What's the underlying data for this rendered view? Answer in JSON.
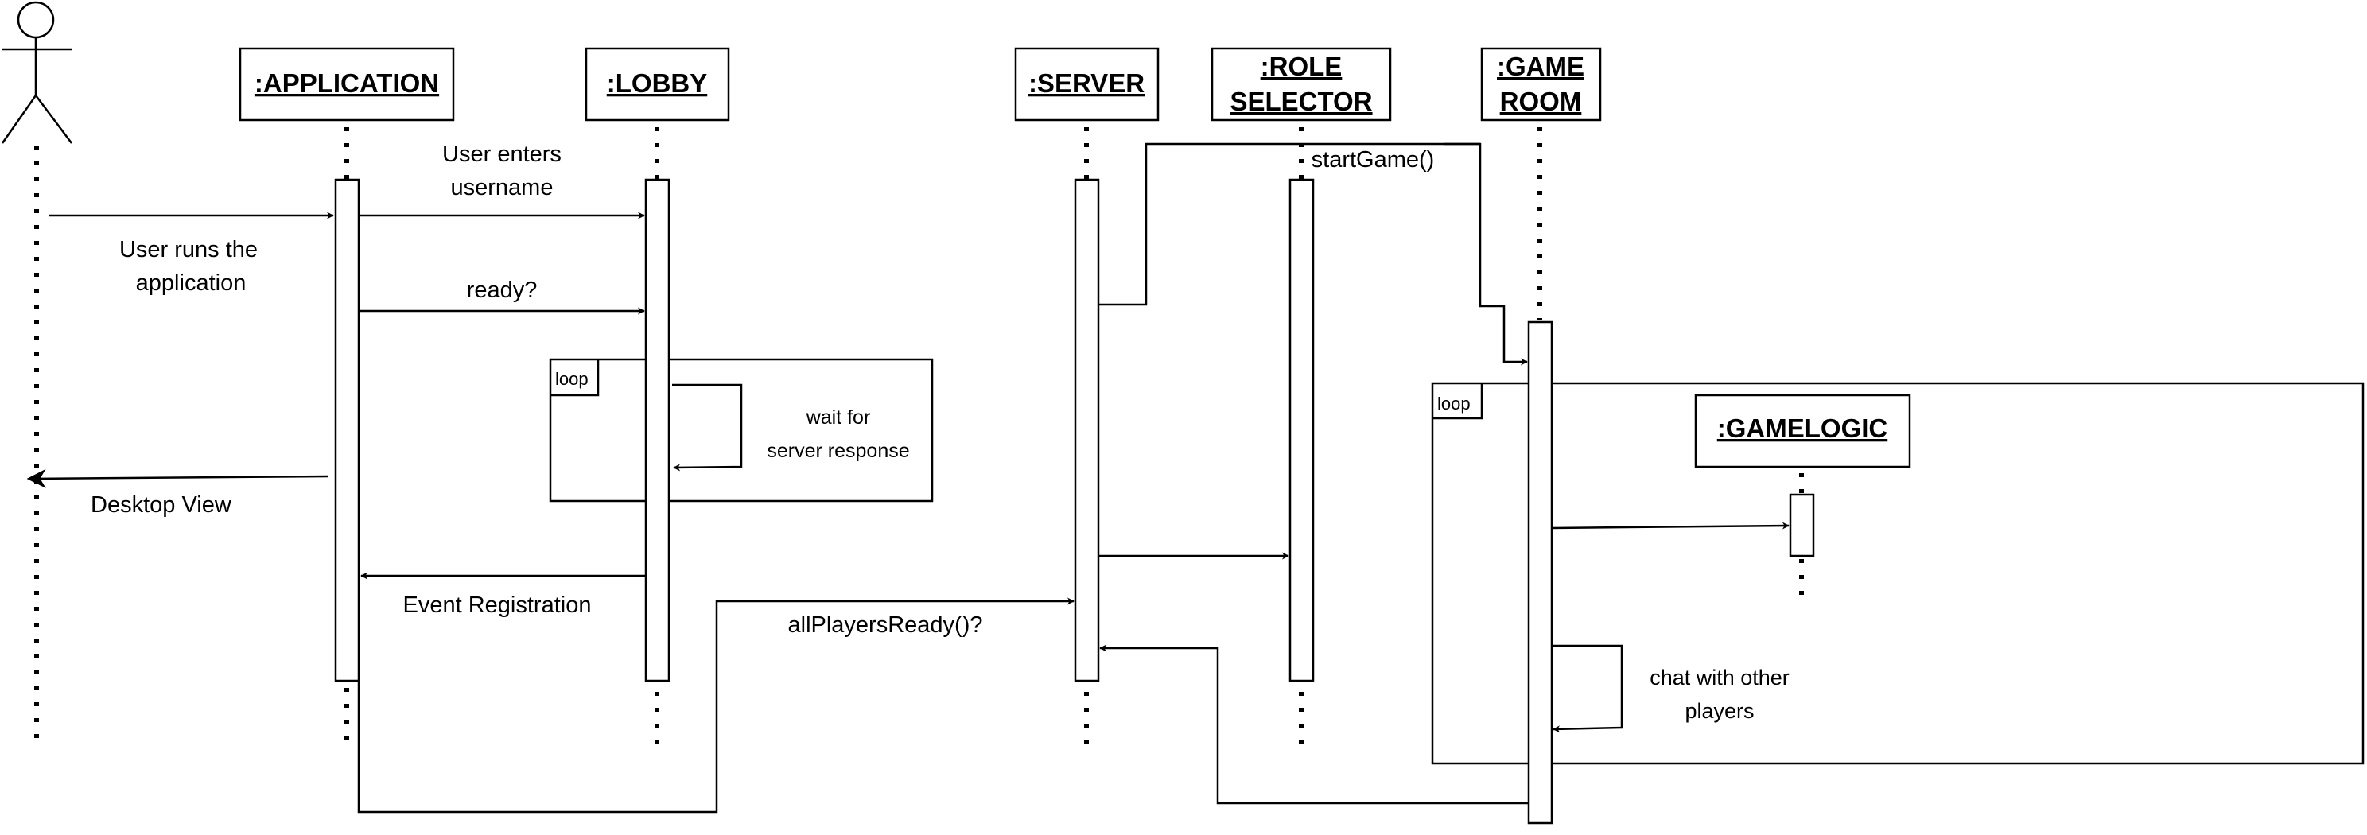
{
  "participants": {
    "application": ":APPLICATION",
    "lobby": ":LOBBY",
    "server": ":SERVER",
    "role_selector": [
      ":ROLE",
      "SELECTOR"
    ],
    "game_room": [
      ":GAME",
      "ROOM"
    ],
    "game_logic": ":GAMELOGIC"
  },
  "messages": {
    "user_runs": [
      "User runs the",
      "application"
    ],
    "user_enters": [
      "User enters",
      "username"
    ],
    "ready": "ready?",
    "wait": [
      "wait for",
      "server response"
    ],
    "desktop_view": "Desktop View",
    "event_registration": "Event Registration",
    "all_players_ready": "allPlayersReady()?",
    "start_game": "startGame()",
    "chat": [
      "chat with other",
      "players"
    ]
  },
  "fragments": {
    "loop_lobby": "loop",
    "loop_game": "loop"
  }
}
